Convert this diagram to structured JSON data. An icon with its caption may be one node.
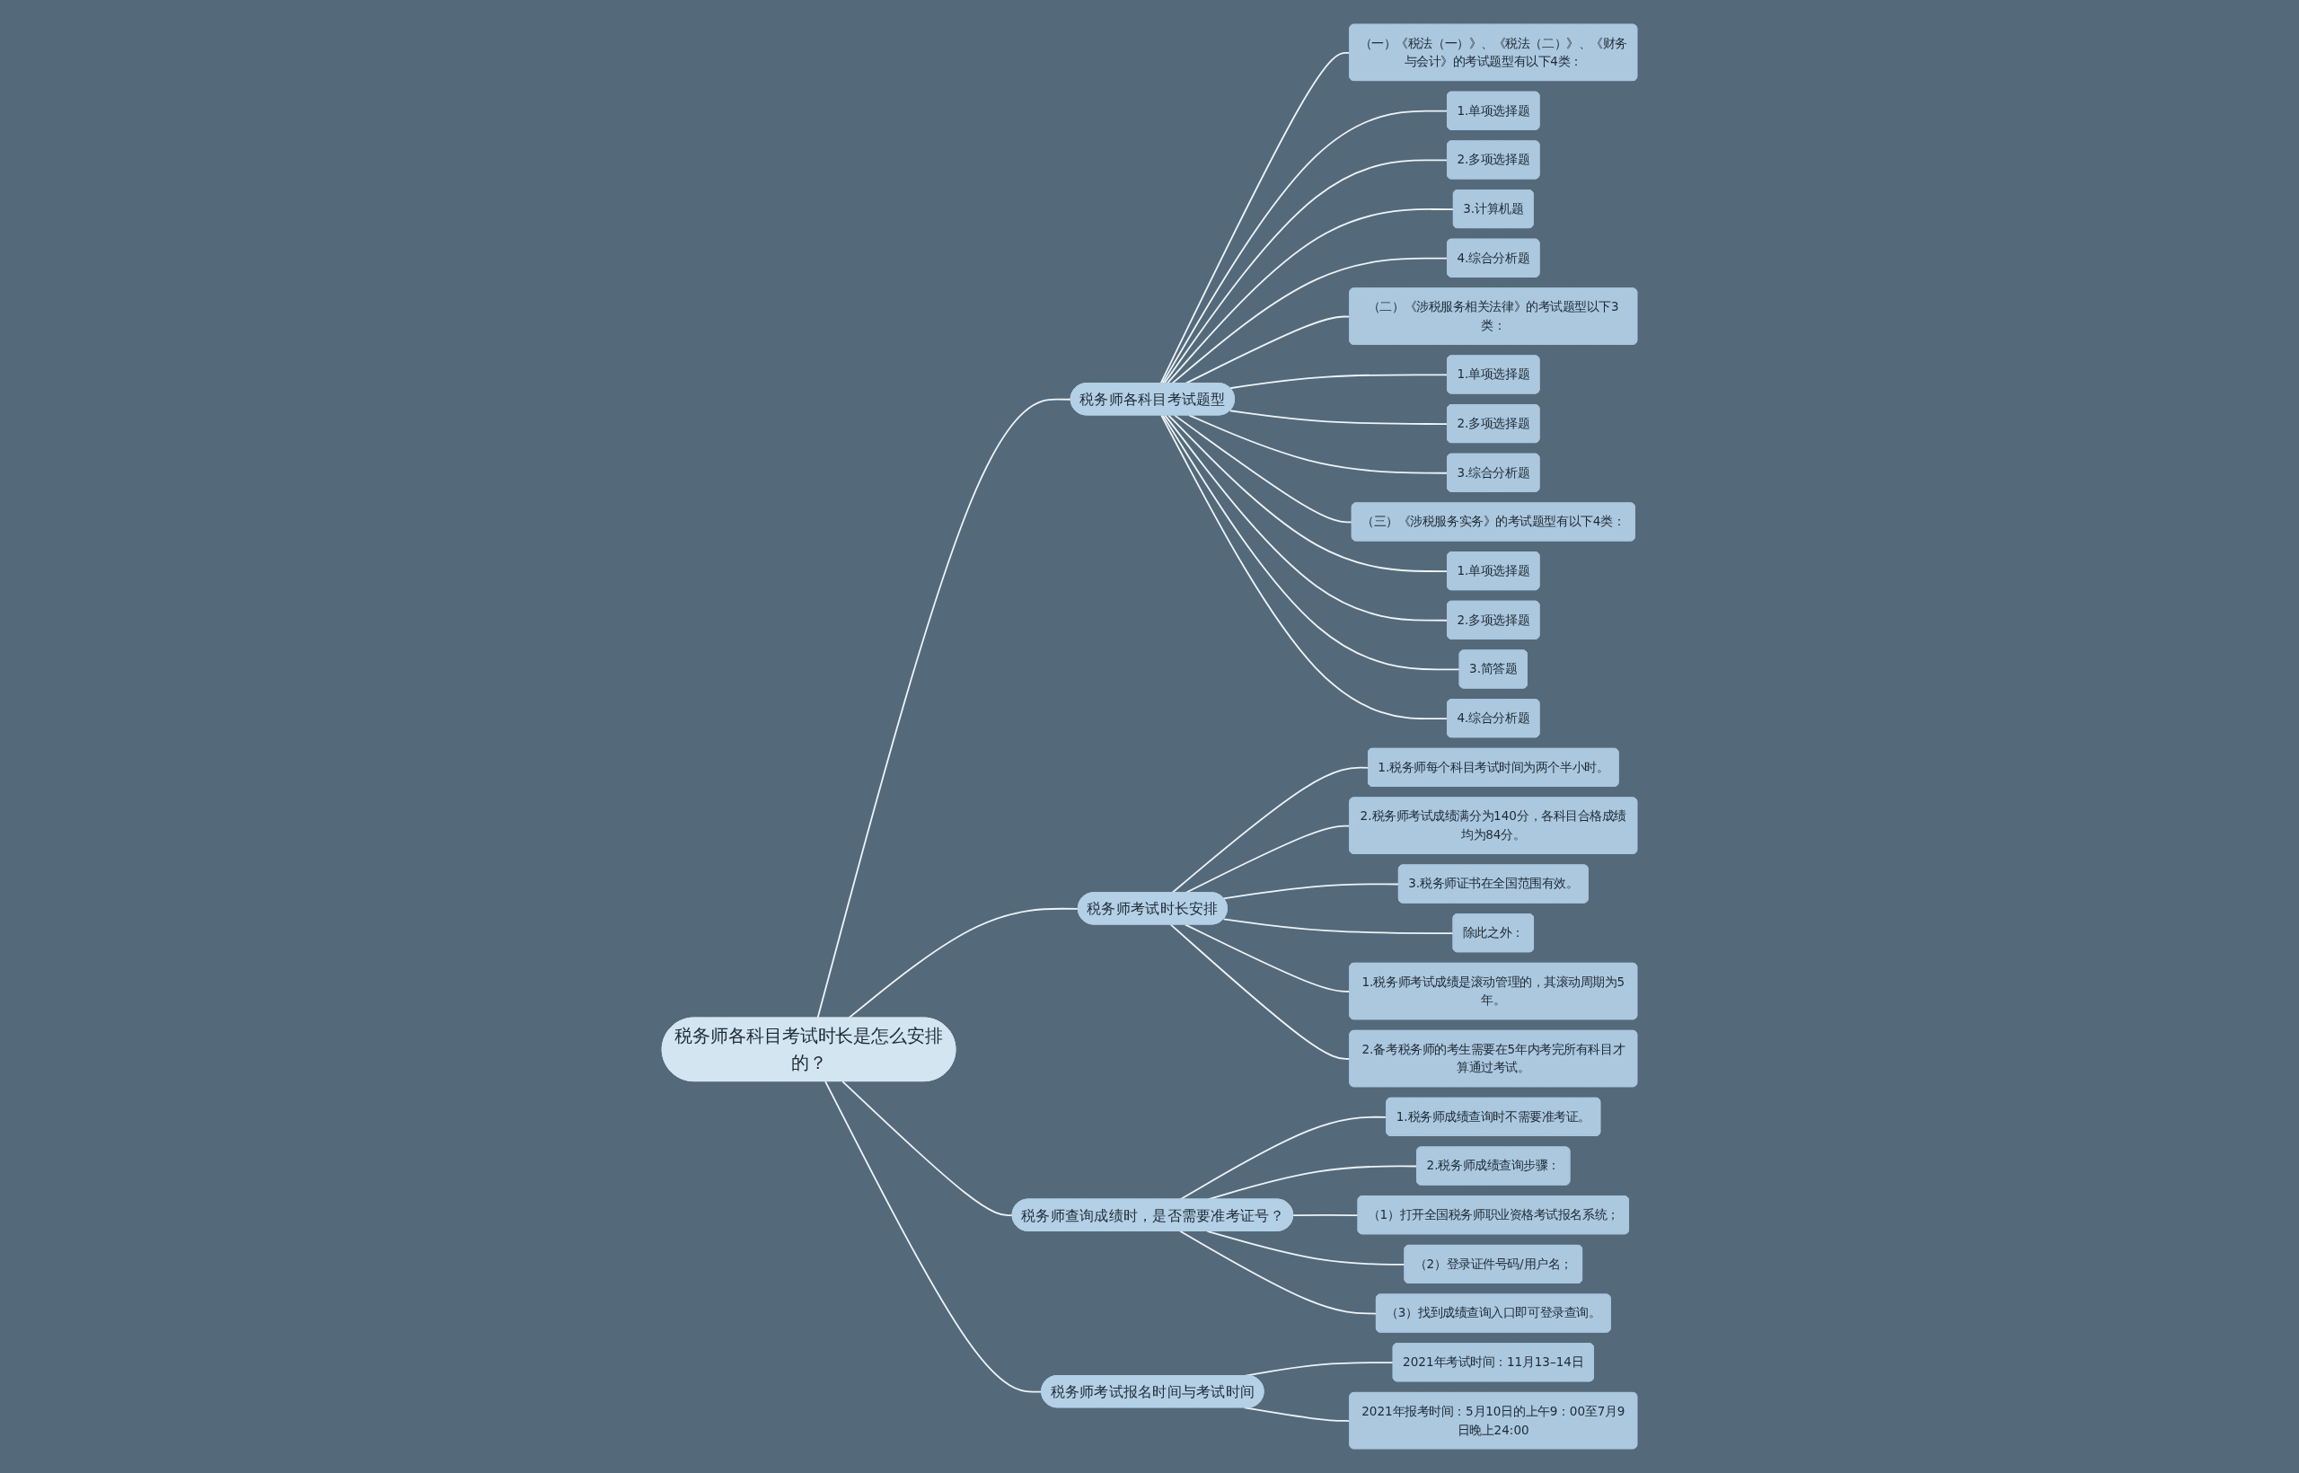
{
  "diagram": {
    "nodes": [
      {
        "text": [
          "税务师各科目考试时长是怎么安排的？"
        ]
      },
      {
        "text": [
          "税务师各科目考试题型"
        ]
      },
      {
        "text": [
          "（一）《税法（一）》、《税法（二）》、《财务与会计》的考试题型有以下4类："
        ]
      },
      {
        "text": [
          "1.单项选择题"
        ]
      },
      {
        "text": [
          "2.多项选择题"
        ]
      },
      {
        "text": [
          "3.计算机题"
        ]
      },
      {
        "text": [
          "4.综合分析题"
        ]
      },
      {
        "text": [
          "（二）《涉税服务相关法律》的考试题型以下3类："
        ]
      },
      {
        "text": [
          "1.单项选择题"
        ]
      },
      {
        "text": [
          "2.多项选择题"
        ]
      },
      {
        "text": [
          "3.综合分析题"
        ]
      },
      {
        "text": [
          "（三）《涉税服务实务》的考试题型有以下4类："
        ]
      },
      {
        "text": [
          "1.单项选择题"
        ]
      },
      {
        "text": [
          "2.多项选择题"
        ]
      },
      {
        "text": [
          "3.简答题"
        ]
      },
      {
        "text": [
          "4.综合分析题"
        ]
      },
      {
        "text": [
          "税务师考试时长安排"
        ]
      },
      {
        "text": [
          "1.税务师每个科目考试时间为两个半小时。"
        ]
      },
      {
        "text": [
          "2.税务师考试成绩满分为140分，各科目合格成绩均为84分。"
        ]
      },
      {
        "text": [
          "3.税务师证书在全国范围有效。"
        ]
      },
      {
        "text": [
          "除此之外："
        ]
      },
      {
        "text": [
          "1.税务师考试成绩是滚动管理的，其滚动周期为5年。"
        ]
      },
      {
        "text": [
          "2.备考税务师的考生需要在5年内考完所有科目才算通过考试。"
        ]
      },
      {
        "text": [
          "税务师查询成绩时，是否需要准考证号？"
        ]
      },
      {
        "text": [
          "1.税务师成绩查询时不需要准考证。"
        ]
      },
      {
        "text": [
          "2.税务师成绩查询步骤："
        ]
      },
      {
        "text": [
          "（1）打开全国税务师职业资格考试报名系统；"
        ]
      },
      {
        "text": [
          "（2）登录证件号码/用户名；"
        ]
      },
      {
        "text": [
          "（3）找到成绩查询入口即可登录查询。"
        ]
      },
      {
        "text": [
          "税务师考试报名时间与考试时间"
        ]
      },
      {
        "text": [
          "2021年考试时间：11月13–14日"
        ]
      },
      {
        "text": [
          "2021年报考时间：5月10日的上午9：00至7月9日晚上24:00"
        ]
      }
    ],
    "edges": [
      {
        "from": 0,
        "to": 1,
        "arrow": "none"
      },
      {
        "from": 1,
        "to": 2,
        "arrow": "none"
      },
      {
        "from": 1,
        "to": 3,
        "arrow": "none"
      },
      {
        "from": 1,
        "to": 4,
        "arrow": "none"
      },
      {
        "from": 1,
        "to": 5,
        "arrow": "none"
      },
      {
        "from": 1,
        "to": 6,
        "arrow": "none"
      },
      {
        "from": 1,
        "to": 7,
        "arrow": "none"
      },
      {
        "from": 1,
        "to": 8,
        "arrow": "none"
      },
      {
        "from": 1,
        "to": 9,
        "arrow": "none"
      },
      {
        "from": 1,
        "to": 10,
        "arrow": "none"
      },
      {
        "from": 1,
        "to": 11,
        "arrow": "none"
      },
      {
        "from": 1,
        "to": 12,
        "arrow": "none"
      },
      {
        "from": 1,
        "to": 13,
        "arrow": "none"
      },
      {
        "from": 1,
        "to": 14,
        "arrow": "none"
      },
      {
        "from": 1,
        "to": 15,
        "arrow": "none"
      },
      {
        "from": 0,
        "to": 16,
        "arrow": "none"
      },
      {
        "from": 16,
        "to": 17,
        "arrow": "none"
      },
      {
        "from": 16,
        "to": 18,
        "arrow": "none"
      },
      {
        "from": 16,
        "to": 19,
        "arrow": "none"
      },
      {
        "from": 16,
        "to": 20,
        "arrow": "none"
      },
      {
        "from": 16,
        "to": 21,
        "arrow": "none"
      },
      {
        "from": 16,
        "to": 22,
        "arrow": "none"
      },
      {
        "from": 0,
        "to": 23,
        "arrow": "none"
      },
      {
        "from": 23,
        "to": 24,
        "arrow": "none"
      },
      {
        "from": 23,
        "to": 25,
        "arrow": "none"
      },
      {
        "from": 23,
        "to": 26,
        "arrow": "none"
      },
      {
        "from": 23,
        "to": 27,
        "arrow": "none"
      },
      {
        "from": 23,
        "to": 28,
        "arrow": "none"
      },
      {
        "from": 0,
        "to": 29,
        "arrow": "none"
      },
      {
        "from": 29,
        "to": 30,
        "arrow": "none"
      },
      {
        "from": 29,
        "to": 31,
        "arrow": "none"
      }
    ]
  }
}
